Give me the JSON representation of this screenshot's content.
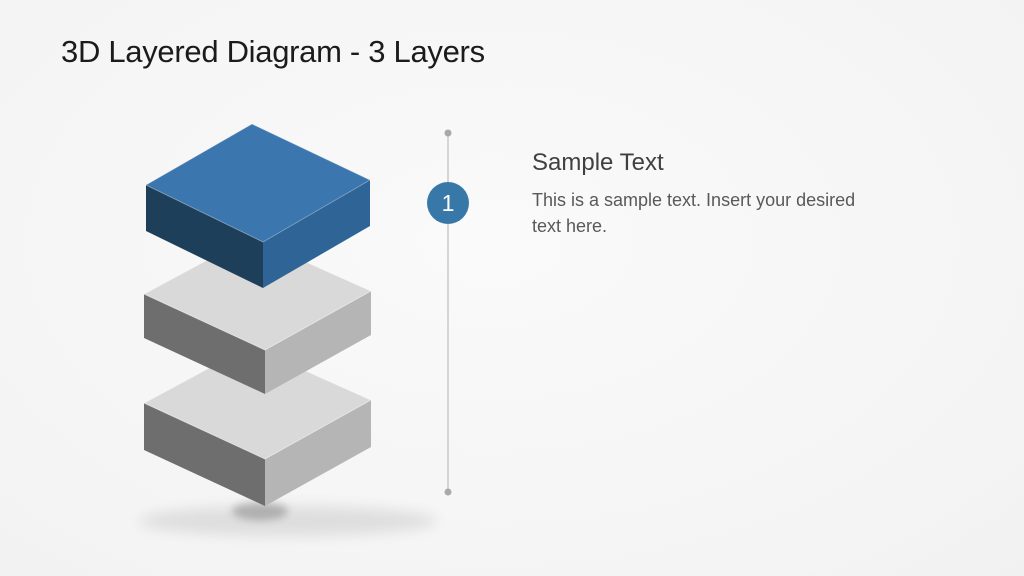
{
  "slide": {
    "title": "3D Layered Diagram - 3 Layers",
    "title_color": "#1b1b1b",
    "background_center_color": "#fafafa",
    "background_edge_color": "#e7e7e7"
  },
  "diagram": {
    "type": "3d-layered-stack",
    "layers": [
      {
        "position": "top",
        "faces": {
          "top": "#3b76ae",
          "left": "#1e3f5a",
          "right": "#2f6496"
        }
      },
      {
        "position": "middle",
        "faces": {
          "top": "#d9d9d9",
          "left": "#6e6e6e",
          "right": "#b5b5b5"
        }
      },
      {
        "position": "bottom",
        "faces": {
          "top": "#d9d9d9",
          "left": "#6e6e6e",
          "right": "#b5b5b5"
        }
      }
    ]
  },
  "connector": {
    "line_color": "#c9c9c9",
    "dot_color": "#a9a9a9"
  },
  "callout": {
    "number": "1",
    "badge_color": "#3878a8",
    "number_color": "#ffffff",
    "heading": "Sample Text",
    "heading_color": "#404040",
    "body": "This is a sample text. Insert your desired text here.",
    "body_color": "#595959"
  }
}
